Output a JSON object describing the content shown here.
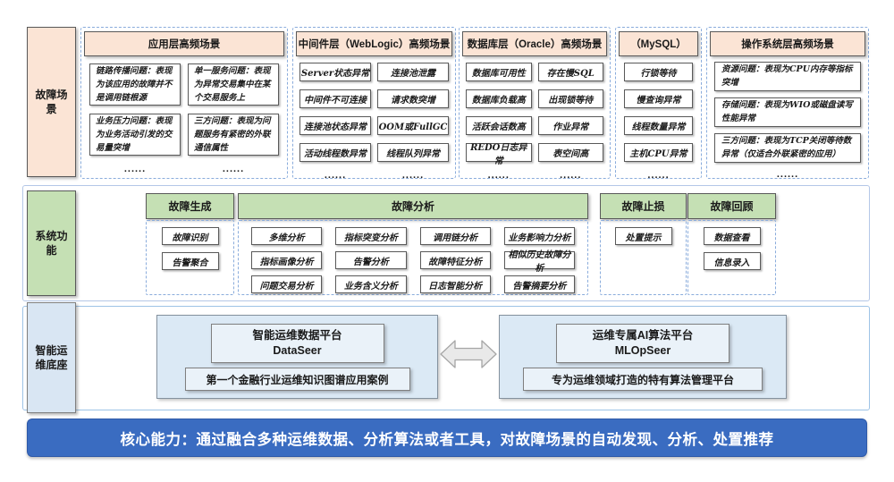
{
  "colors": {
    "peach": "#fbe4d5",
    "green": "#c5e0b4",
    "labelblue": "#d9e6f3",
    "platformfill": "#dbe9f5",
    "innerboxfill": "#eaf2f9",
    "barblue": "#3a6cc1",
    "barborder": "#2e59a8",
    "dash": "#8aacdc",
    "darkborder": "#595959",
    "sec2border": "#b4c7e7",
    "sec3border": "#9dc3e6"
  },
  "fault_scenarios": {
    "label": "故障场景",
    "ellipsis": "......",
    "columns": [
      {
        "header": "应用层高频场景",
        "items": [
          "链路传播问题：表现为该应用的故障并不是调用链根源",
          "单一服务问题：表现为异常交易集中在某个交易服务上",
          "业务压力问题：表现为业务活动引发的交易量突增",
          "三方问题：表现为问题服务有紧密的外联通信属性"
        ]
      },
      {
        "header": "中间件层（WebLogic）高频场景",
        "items": [
          "Server状态异常",
          "连接池泄露",
          "中间件不可连接",
          "请求数突增",
          "连接池状态异常",
          "OOM或FullGC",
          "活动线程数异常",
          "线程队列异常"
        ]
      },
      {
        "header": "数据库层（Oracle）高频场景",
        "items": [
          "数据库可用性",
          "存在慢SQL",
          "数据库负载高",
          "出现锁等待",
          "活跃会话数高",
          "作业异常",
          "REDO日志异常",
          "表空间高"
        ]
      },
      {
        "header": "（MySQL）",
        "items": [
          "行锁等待",
          "慢查询异常",
          "线程数量异常",
          "主机CPU异常"
        ]
      },
      {
        "header": "操作系统层高频场景",
        "items": [
          "资源问题：表现为CPU内存等指标突增",
          "存储问题：表现为WIO或磁盘读写性能异常",
          "三方问题：表现为TCP关闭等待数异常（仅适合外联紧密的应用）"
        ]
      }
    ]
  },
  "system_functions": {
    "label": "系统功能",
    "groups": [
      {
        "header": "故障生成",
        "items": [
          "故障识别",
          "告警聚合"
        ]
      },
      {
        "header": "故障分析",
        "items": [
          "多维分析",
          "指标突变分析",
          "调用链分析",
          "业务影响力分析",
          "指标画像分析",
          "告警分析",
          "故障特征分析",
          "相似历史故障分析",
          "问题交易分析",
          "业务含义分析",
          "日志智能分析",
          "告警摘要分析"
        ]
      },
      {
        "header": "故障止损",
        "items": [
          "处置提示"
        ]
      },
      {
        "header": "故障回顾",
        "items": [
          "数据查看",
          "信息录入"
        ]
      }
    ]
  },
  "platform_base": {
    "label": "智能运维底座",
    "platforms": [
      {
        "title": "智能运维数据平台",
        "name": "DataSeer",
        "subtitle": "第一个金融行业运维知识图谱应用案例"
      },
      {
        "title": "运维专属AI算法平台",
        "name": "MLOpSeer",
        "subtitle": "专为运维领域打造的特有算法管理平台"
      }
    ]
  },
  "core_capability": "核心能力：通过融合多种运维数据、分析算法或者工具，对故障场景的自动发现、分析、处置推荐"
}
